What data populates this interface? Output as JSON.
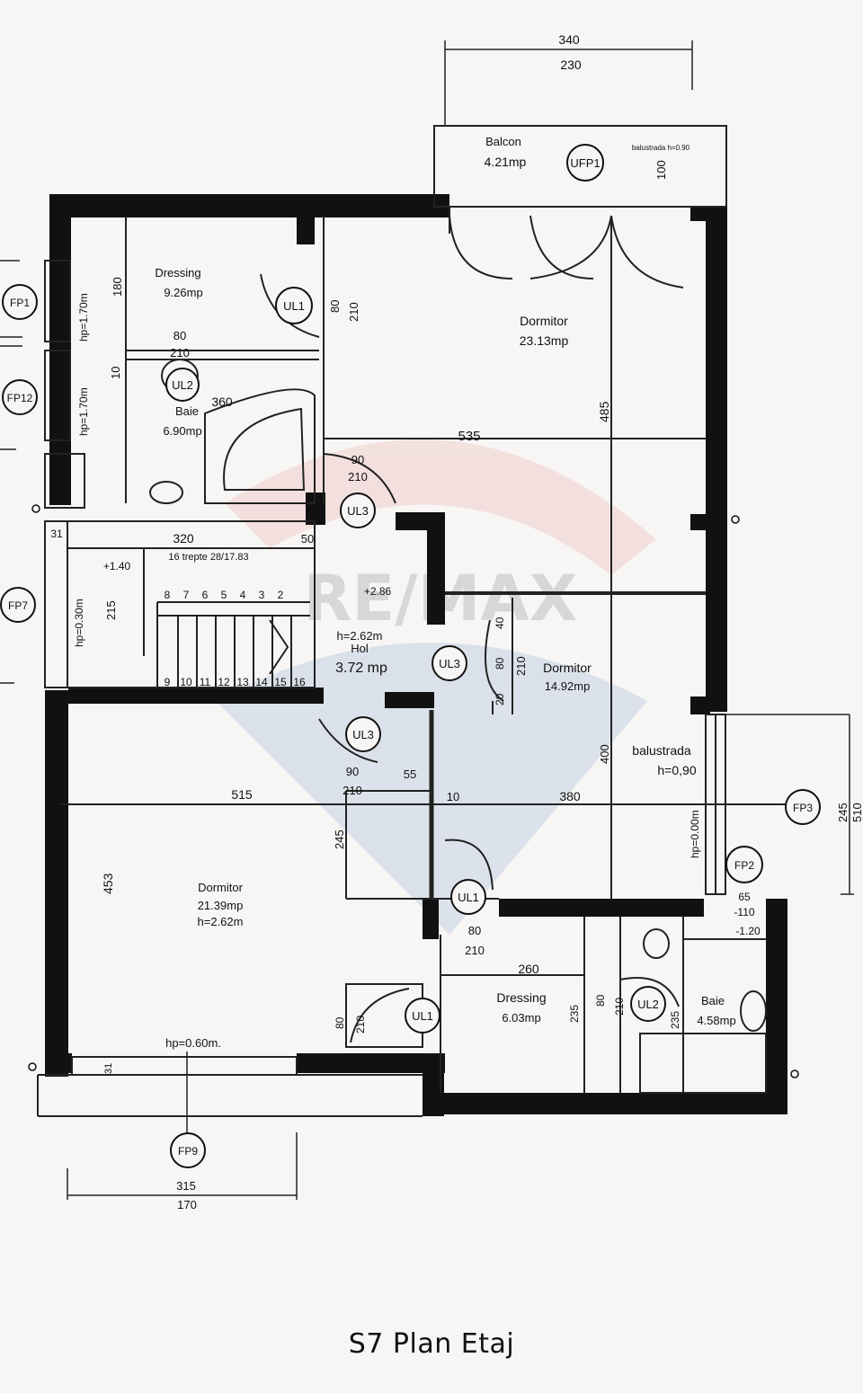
{
  "caption": "S7 Plan Etaj",
  "watermark": "RE/MAX",
  "colors": {
    "wall": "#111111",
    "line": "#222222",
    "paper": "#f7f6f4",
    "watermark_red": "#d9534f",
    "watermark_blue": "#2a5db0"
  },
  "rooms": {
    "balcon": {
      "name": "Balcon",
      "area": "4.21mp"
    },
    "dormitor_nord": {
      "name": "Dormitor",
      "area": "23.13mp"
    },
    "dressing_nord": {
      "name": "Dressing",
      "area": "9.26mp"
    },
    "baie_nord": {
      "name": "Baie",
      "area": "6.90mp"
    },
    "hol": {
      "name": "Hol",
      "area": "3.72 mp",
      "height": "h=2.62m"
    },
    "dormitor_mijloc": {
      "name": "Dormitor",
      "area": "14.92mp"
    },
    "dormitor_sud": {
      "name": "Dormitor",
      "area": "21.39mp",
      "height": "h=2.62m"
    },
    "dressing_sud": {
      "name": "Dressing",
      "area": "6.03mp"
    },
    "baie_sud": {
      "name": "Baie",
      "area": "4.58mp"
    }
  },
  "tags": {
    "ufp1": "UFP1",
    "ul1_a": "UL1",
    "ul2_a": "UL2",
    "ul3_a": "UL3",
    "ul3_b": "UL3",
    "ul3_c": "UL3",
    "ul1_b": "UL1",
    "ul1_c": "UL1",
    "ul2_b": "UL2",
    "fp1": "FP1",
    "fp12": "FP12",
    "fp7": "FP7",
    "fp3": "FP3",
    "fp2": "FP2",
    "fp9": "FP9"
  },
  "dimensions": {
    "top_340": "340",
    "top_230": "230",
    "balcon_100": "100",
    "d_180": "180",
    "d_80a": "80",
    "d_210a": "210",
    "d_80b": "80",
    "d_210b": "210",
    "d_10": "10",
    "d_360": "360",
    "d_535": "535",
    "d_485": "485",
    "d_90a": "90",
    "d_210c": "210",
    "d_320": "320",
    "d_50": "50",
    "d_31a": "31",
    "d_215": "215",
    "d_40": "40",
    "d_80c": "80",
    "d_20": "20",
    "d_210d": "210",
    "d_400": "400",
    "d_90b": "90",
    "d_210e": "210",
    "d_55": "55",
    "d_515": "515",
    "d_10b": "10",
    "d_380": "380",
    "d_245a": "245",
    "d_453": "453",
    "d_80d": "80",
    "d_210f": "210",
    "d_260": "260",
    "d_80e": "80",
    "d_210g": "210",
    "d_235a": "235",
    "d_80f": "80",
    "d_210h": "210",
    "d_235b": "235",
    "d_65": "65",
    "d_110": "-110",
    "d_120": "-1.20",
    "d_245b": "245",
    "d_510": "510",
    "d_315": "315",
    "d_170": "170",
    "d_31b": "31"
  },
  "labels": {
    "hp_170a": "hp=1.70m",
    "hp_170b": "hp=1.70m",
    "hp_030": "hp=0.30m",
    "hp_000": "hp=0.00m",
    "hp_060": "hp=0.60m.",
    "trepte": "16 trepte 28/17.83",
    "lvl_140": "+1.40",
    "lvl_286": "+2.86",
    "balustrada": "balustrada",
    "balustrada_h": "h=0,90",
    "balustrada_small": "balustrada h=0.90"
  },
  "stairs": {
    "top_numbers": [
      "8",
      "7",
      "6",
      "5",
      "4",
      "3",
      "2"
    ],
    "bottom_numbers": [
      "9",
      "10",
      "11",
      "12",
      "13",
      "14",
      "15",
      "16"
    ]
  }
}
